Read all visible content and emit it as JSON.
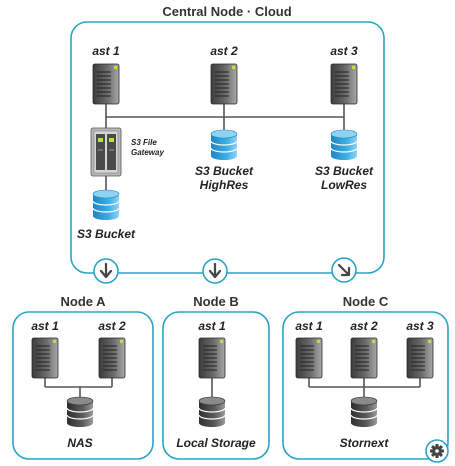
{
  "central": {
    "title": "Central Node · Cloud",
    "servers": [
      "ast 1",
      "ast 2",
      "ast 3"
    ],
    "gateway_label": "S3 File Gateway",
    "storage": [
      "S3 Bucket",
      "S3 Bucket HighRes",
      "S3 Bucket LowRes"
    ],
    "storage_lines": [
      [
        "S3 Bucket"
      ],
      [
        "S3 Bucket",
        "HighRes"
      ],
      [
        "S3 Bucket",
        "LowRes"
      ]
    ]
  },
  "nodes": [
    {
      "title": "Node A",
      "servers": [
        "ast 1",
        "ast 2"
      ],
      "storage": "NAS"
    },
    {
      "title": "Node B",
      "servers": [
        "ast 1"
      ],
      "storage": "Local Storage"
    },
    {
      "title": "Node C",
      "servers": [
        "ast 1",
        "ast 2",
        "ast 3"
      ],
      "storage": "Stornext"
    }
  ],
  "icons": [
    "server-icon",
    "database-icon",
    "file-gateway-icon",
    "arrow-down-icon",
    "arrow-down-right-icon",
    "gear-icon"
  ],
  "colors": {
    "border": "#29a3c7",
    "server_dark": "#4a4a4a",
    "server_light": "#9a9a9a",
    "led": "#b7e33a",
    "bucket": "#2b9ed8",
    "bucket_light": "#7ccbf0",
    "db_dark": "#3e3e3e",
    "line": "#555555"
  }
}
